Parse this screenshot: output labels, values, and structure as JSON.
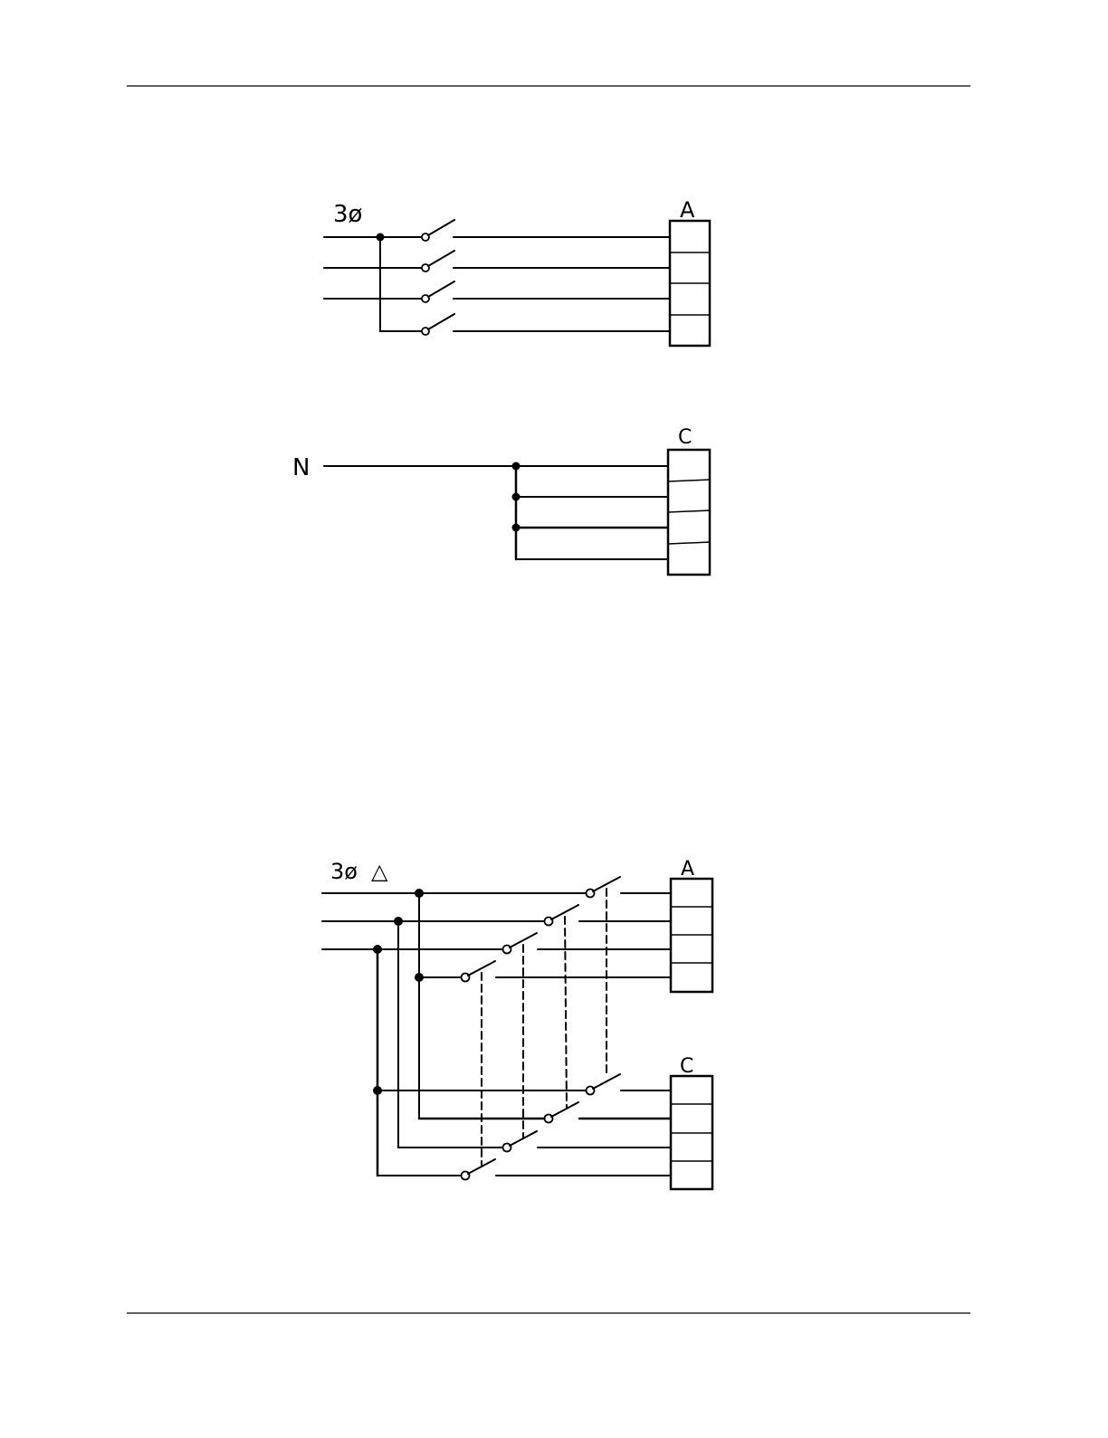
{
  "diagram1": {
    "supply_label": "3ø",
    "terminal_label": "A",
    "terminal_count": 4,
    "switch_count": 4
  },
  "diagram2": {
    "supply_label": "N",
    "terminal_label": "C",
    "terminal_count": 4
  },
  "diagram3": {
    "supply_label": "3ø",
    "delta_symbol": "△",
    "terminal_upper_label": "A",
    "terminal_lower_label": "C",
    "terminal_count_each": 4,
    "switch_count": 8
  },
  "colors": {
    "ink": "#000000",
    "paper": "#ffffff"
  }
}
